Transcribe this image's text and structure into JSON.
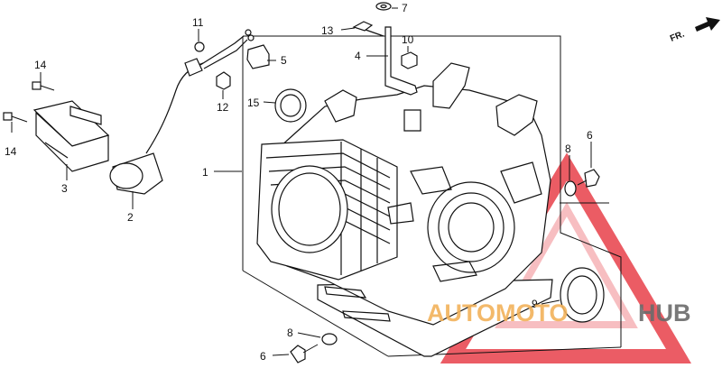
{
  "direction_label": "FR.",
  "callouts": {
    "c1": "1",
    "c2": "2",
    "c3": "3",
    "c4": "4",
    "c5": "5",
    "c6a": "6",
    "c6b": "6",
    "c7": "7",
    "c8a": "8",
    "c8b": "8",
    "c9": "9",
    "c10": "10",
    "c11": "11",
    "c12": "12",
    "c13": "13",
    "c14a": "14",
    "c14b": "14",
    "c15": "15"
  },
  "watermark": {
    "part1": "AUTOMOTO",
    "part2": "HUB",
    "colors": {
      "primary": "#e8404a",
      "secondary": "#f2b25a",
      "dark": "#6b6b6b"
    }
  }
}
